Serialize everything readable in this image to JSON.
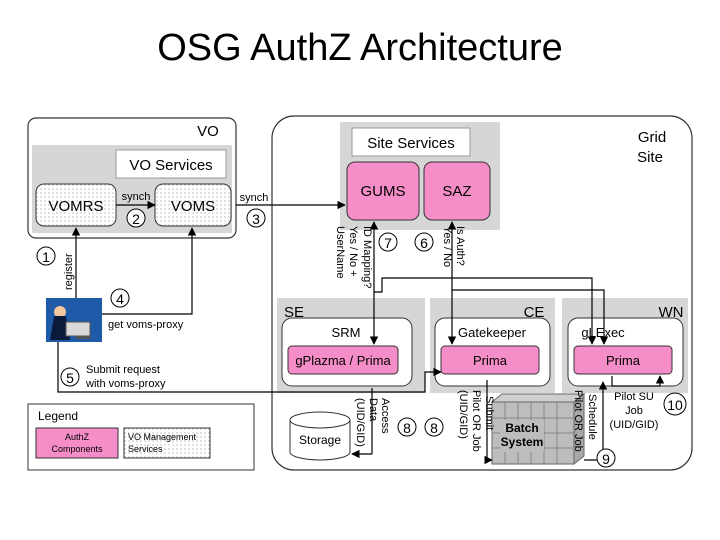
{
  "title": "OSG AuthZ Architecture",
  "vo": {
    "label": "VO",
    "services_label": "VO Services",
    "vomrs": "VOMRS",
    "voms": "VOMS",
    "synch_label": "synch"
  },
  "grid_site": {
    "label_line1": "Grid",
    "label_line2": "Site",
    "site_services_label": "Site Services",
    "gums": "GUMS",
    "saz": "SAZ"
  },
  "se": {
    "label": "SE",
    "srm": "SRM",
    "gplazma": "gPlazma / Prima"
  },
  "ce": {
    "label": "CE",
    "gatekeeper": "Gatekeeper",
    "prima": "Prima"
  },
  "wn": {
    "label": "WN",
    "glexec": "gLExec",
    "prima": "Prima"
  },
  "storage": "Storage",
  "batch": {
    "line1": "Batch",
    "line2": "System"
  },
  "flow_labels": {
    "synch": "synch",
    "register": "register",
    "get_voms_proxy": "get voms-proxy",
    "submit_request_1": "Submit request",
    "submit_request_2": "with voms-proxy",
    "id_mapping_1": "ID Mapping?",
    "id_mapping_2": "Yes / No +",
    "id_mapping_3": "UserName",
    "is_auth_1": "Is Auth?",
    "is_auth_2": "Yes / No",
    "access_data_1": "Access",
    "access_data_2": "Data",
    "access_data_3": "(UID/GID)",
    "submit_pilot_1": "Submit",
    "submit_pilot_2": "Pilot OR Job",
    "submit_pilot_3": "(UID/GID)",
    "schedule_1": "Schedule",
    "schedule_2": "Pilot OR Job",
    "pilot_su_1": "Pilot SU",
    "pilot_su_2": "Job",
    "pilot_su_3": "(UID/GID)"
  },
  "steps": [
    "1",
    "2",
    "3",
    "4",
    "5",
    "6",
    "7",
    "8",
    "8",
    "9",
    "10"
  ],
  "legend": {
    "title": "Legend",
    "authz_1": "AuthZ",
    "authz_2": "Components",
    "vo_mgmt_1": "VO Management",
    "vo_mgmt_2": "Services"
  },
  "colors": {
    "authz_fill": "#f58ec8",
    "vo_service_fill": "#d6d6d6",
    "site_service_fill": "#d6d6d6",
    "box_stroke": "#333333"
  }
}
